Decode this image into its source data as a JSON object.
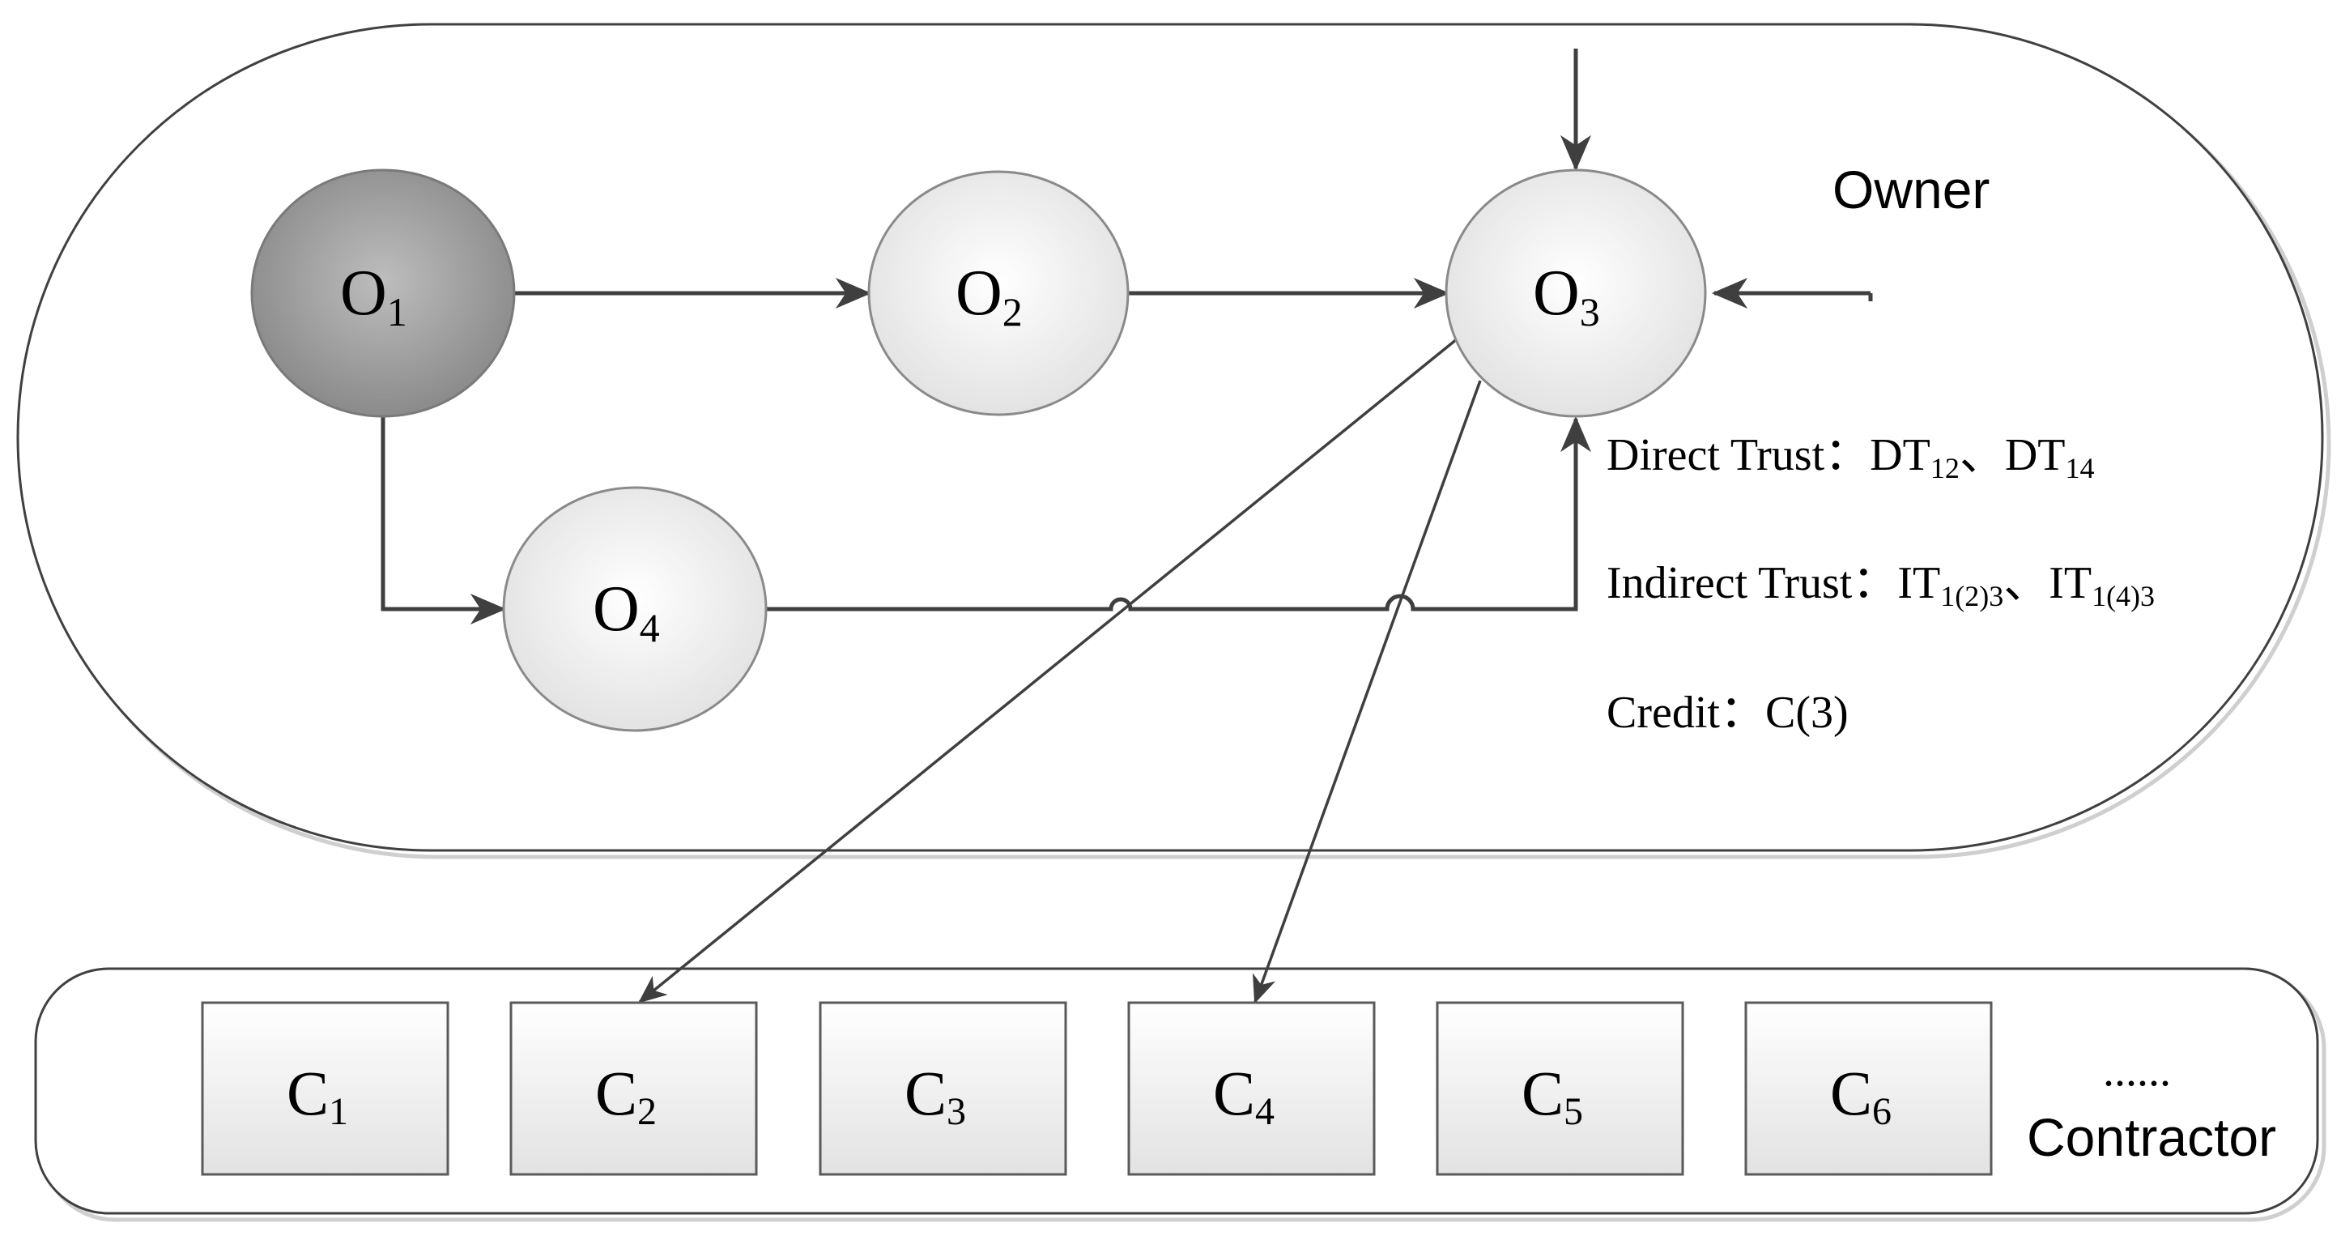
{
  "owner_group": {
    "label": "Owner",
    "nodes": [
      {
        "id": "O1",
        "base": "O",
        "sub": "1",
        "shade": "dark"
      },
      {
        "id": "O2",
        "base": "O",
        "sub": "2",
        "shade": "light"
      },
      {
        "id": "O3",
        "base": "O",
        "sub": "3",
        "shade": "light"
      },
      {
        "id": "O4",
        "base": "O",
        "sub": "4",
        "shade": "light"
      }
    ]
  },
  "trust_info": {
    "direct": {
      "label": "Direct Trust：",
      "item1_base": "DT",
      "item1_sub": "12",
      "separator": "、",
      "item2_base": "DT",
      "item2_sub": "14"
    },
    "indirect": {
      "label": "Indirect Trust：",
      "item1_base": "IT",
      "item1_sub": "1(2)3",
      "separator": "、",
      "item2_base": "IT",
      "item2_sub": "1(4)3"
    },
    "credit": {
      "label": "Credit：",
      "value": "C(3)"
    }
  },
  "contractor_group": {
    "label": "Contractor",
    "ellipsis": "......",
    "boxes": [
      {
        "id": "C1",
        "base": "C",
        "sub": "1"
      },
      {
        "id": "C2",
        "base": "C",
        "sub": "2"
      },
      {
        "id": "C3",
        "base": "C",
        "sub": "3"
      },
      {
        "id": "C4",
        "base": "C",
        "sub": "4"
      },
      {
        "id": "C5",
        "base": "C",
        "sub": "5"
      },
      {
        "id": "C6",
        "base": "C",
        "sub": "6"
      }
    ]
  },
  "edges": [
    {
      "from": "O1",
      "to": "O2"
    },
    {
      "from": "O2",
      "to": "O3"
    },
    {
      "from": "O1",
      "to": "O4"
    },
    {
      "from": "O4",
      "to": "O3"
    },
    {
      "from": "external-top",
      "to": "O3"
    },
    {
      "from": "external-right",
      "to": "O3"
    },
    {
      "from": "O3",
      "to": "C2"
    },
    {
      "from": "O3",
      "to": "C4"
    }
  ],
  "colors": {
    "stroke": "#3f3f3f",
    "node_dark_center": "#bdbdbd",
    "node_dark_edge": "#8a8a8a",
    "node_light_center": "#ffffff",
    "node_light_edge": "#e2e2e2",
    "box_fill_top": "#ffffff",
    "box_fill_bottom": "#e4e4e4"
  }
}
